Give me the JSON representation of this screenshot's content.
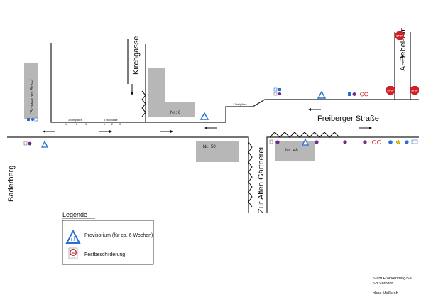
{
  "streets": {
    "kirchgasse": "Kirchgasse",
    "freiberger": "Freiberger Straße",
    "baderberg": "Baderberg",
    "alten_gaertnerei": "Zur Alten Gärtnerei",
    "bebel": "A.-Bebel-Str."
  },
  "buildings": {
    "schwarzes_ross": "\"Schwarzes Ross\"",
    "nr6": "Nr.: 6",
    "nr50": "Nr.: 50",
    "nr48": "Nr.: 48"
  },
  "parking_labels": {
    "left_1": "3 Stellplätze",
    "left_2": "3 Stellplätze",
    "right": "3 Stellplätze",
    "ticks_1": [
      "1",
      "2",
      "3"
    ],
    "ticks_2": [
      "1",
      "2",
      "3"
    ]
  },
  "legend": {
    "title": "Legende",
    "items": [
      {
        "icon": "provisorium-sign-icon",
        "label": "Provisorium (für ca. 6 Wochen)"
      },
      {
        "icon": "speed-limit-sign-icon",
        "label": "Festbeschilderung",
        "sign_value": "30",
        "sign_subtext": "ZONE"
      }
    ]
  },
  "credits": [
    "Stadt Frankenberg/Sa.",
    "SB Verkehr",
    "",
    "ohne Maßstab"
  ],
  "colors": {
    "building_fill": "#b7b7b7",
    "sign_blue": "#2a6fcf",
    "sign_red": "#d21f26",
    "sign_purple": "#6b2a8e",
    "sign_yellow": "#f4c400"
  }
}
